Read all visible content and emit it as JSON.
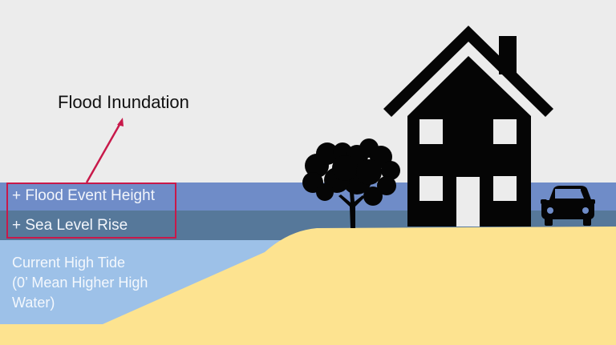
{
  "diagram": {
    "title": "Flood Inundation",
    "labels": {
      "flood_event": "+ Flood Event Height",
      "sea_level": "+ Sea Level Rise",
      "high_tide_line1": "Current High Tide",
      "high_tide_line2": "(0’ Mean Higher High",
      "high_tide_line3": "Water)"
    },
    "colors": {
      "background": "#ececec",
      "flood_event_band": "#6f8cc8",
      "sea_level_band": "#56789a",
      "high_tide_water": "#9dc1e8",
      "sand": "#fde390",
      "accent": "#c8194a",
      "silhouette": "#050505"
    },
    "icons": [
      "house-icon",
      "tree-icon",
      "car-icon",
      "arrow-icon"
    ]
  }
}
